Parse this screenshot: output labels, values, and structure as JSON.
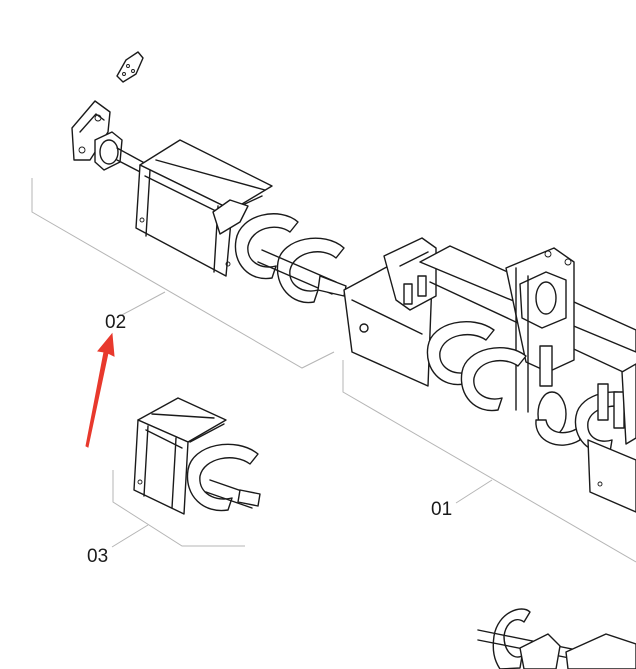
{
  "callouts": [
    {
      "id": "01",
      "text": "01"
    },
    {
      "id": "02",
      "text": "02"
    },
    {
      "id": "03",
      "text": "03"
    }
  ],
  "colors": {
    "line": "#1a1a1a",
    "leader": "#b5b5b5",
    "arrow": "#e8392d",
    "background": "#ffffff"
  }
}
